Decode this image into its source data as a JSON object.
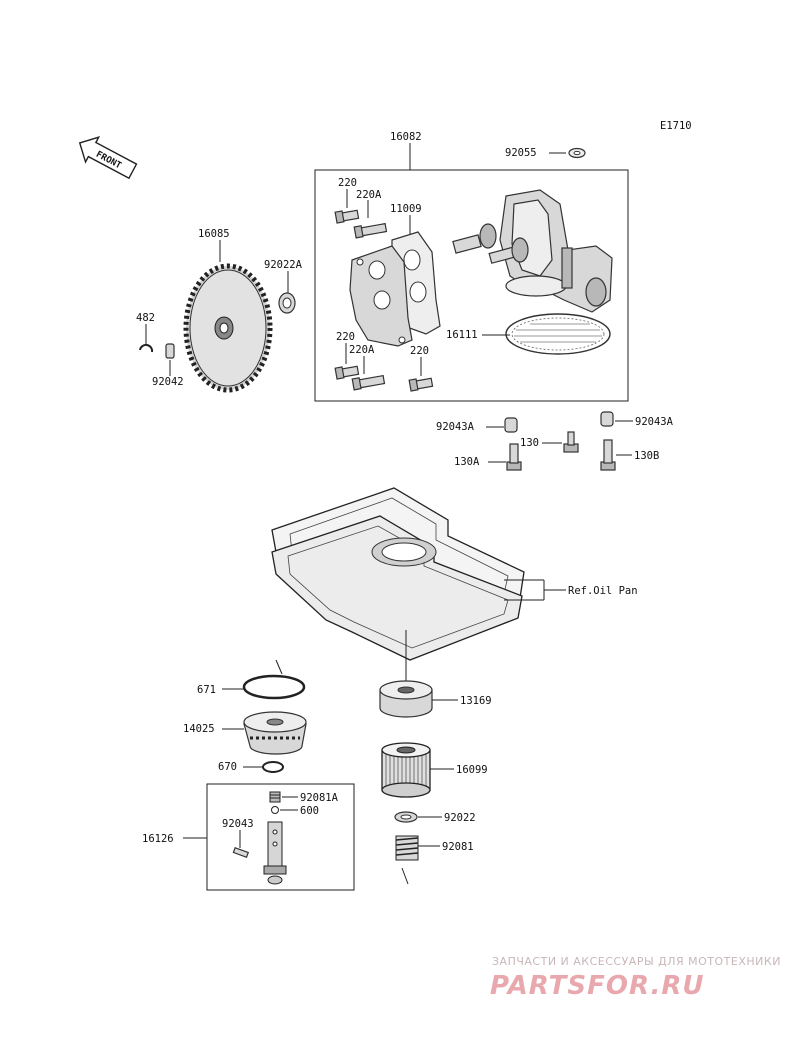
{
  "diagram_code": "E1710",
  "front_label": "FRONT",
  "groups": {
    "pump_assembly": "16082",
    "valve_assembly": "16126"
  },
  "labels": {
    "p92055": "92055",
    "p220_a": "220",
    "p220A_a": "220A",
    "p11009": "11009",
    "p16085": "16085",
    "p92022A": "92022A",
    "p482": "482",
    "p92042": "92042",
    "p220_b": "220",
    "p220A_b": "220A",
    "p220_c": "220",
    "p16111": "16111",
    "p92043A_l": "92043A",
    "p92043A_r": "92043A",
    "p130": "130",
    "p130A": "130A",
    "p130B": "130B",
    "ref_oil_pan": "Ref.Oil Pan",
    "p671": "671",
    "p13169": "13169",
    "p14025": "14025",
    "p670": "670",
    "p16099": "16099",
    "p92081A": "92081A",
    "p600": "600",
    "p92043": "92043",
    "p92022": "92022",
    "p92081": "92081"
  },
  "watermark": {
    "line1": "ЗАПЧАСТИ И АКСЕССУАРЫ ДЛЯ МОТОТЕХНИКИ",
    "line2": "PARTSFOR.RU"
  },
  "colors": {
    "line": "#222222",
    "watermark_text": "#c8b6b8",
    "watermark_logo": "#e8a8ae"
  }
}
